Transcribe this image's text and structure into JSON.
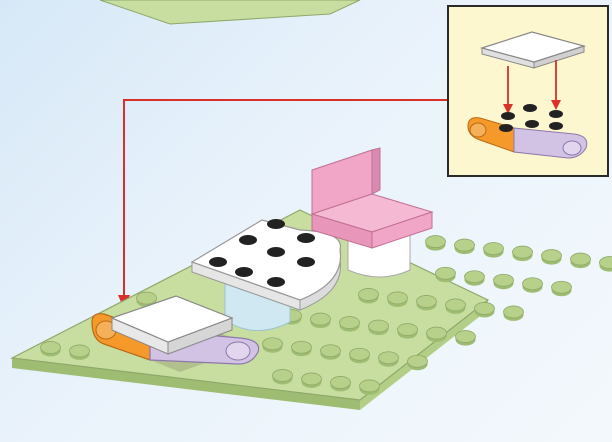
{
  "colors": {
    "background": "#e3eef8",
    "baseplate": "#c8dea0",
    "baseplate_edge": "#8ea86a",
    "stud": "#b7d18a",
    "callout_fill": "#fdf7cf",
    "callout_border": "#2a2a2a",
    "guide_line": "#d9312a",
    "tile_white": "#ffffff",
    "skate_orange": "#f59a2a",
    "skate_lavender": "#d2c2e4",
    "chair_pink": "#f2a6c7",
    "table_white": "#ffffff",
    "stud_dark": "#222222",
    "table_leg": "#cfe8f2"
  },
  "scene": {
    "items": [
      "baseplate-green",
      "table-round-white",
      "chair-pink",
      "skate-board",
      "tile-white-on-skate",
      "callout-box"
    ]
  }
}
